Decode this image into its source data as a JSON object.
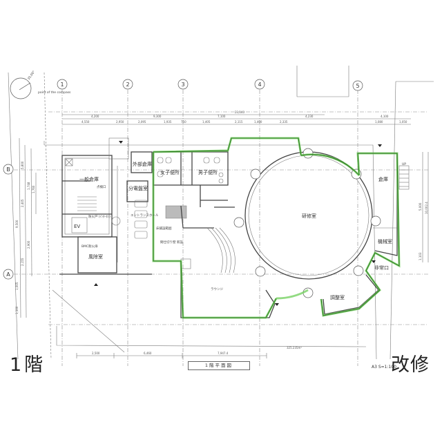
{
  "drawing": {
    "type": "architectural floor plan",
    "title": "1階平面図",
    "scale": "A3 S=1:100",
    "floor_label": "1階",
    "status_label": "改修",
    "compass_note": "point of the compass",
    "compass_angle_label": "35.00°",
    "total_area": "325.235m²",
    "colors": {
      "renovation_highlight": "#6fcf5a",
      "line": "#444444",
      "background": "#ffffff"
    }
  },
  "grid_axes": {
    "vertical": [
      "1",
      "2",
      "3",
      "4",
      "5"
    ],
    "horizontal": [
      "B",
      "A"
    ]
  },
  "dimensions": {
    "top_overall": "23,140",
    "top_row1": [
      "4,200",
      "9,300",
      "7,100",
      "4,230",
      "4,100"
    ],
    "top_row2": [
      "4,550",
      "2,950",
      "2,095",
      "1,935",
      "750",
      "1,405",
      "2,115",
      "1,400",
      "2,335",
      "1,080",
      "1,050"
    ],
    "bottom": [
      "2,500",
      "6,460",
      "7,947.4"
    ],
    "left": [
      "1,000",
      "500",
      "3,010",
      "1,120",
      "1,725",
      "5,800",
      "2,405",
      "1,748",
      "1,760",
      "9,500",
      "2,155",
      "3,830",
      "2,900",
      "2,500",
      "1,005",
      "1,100"
    ],
    "right": [
      "5,000",
      "10,002.4",
      "1,103"
    ]
  },
  "rooms": [
    {
      "name": "一般倉庫"
    },
    {
      "name": "外部倉庫"
    },
    {
      "name": "分電盤室"
    },
    {
      "name": "女子便所"
    },
    {
      "name": "男子便所"
    },
    {
      "name": "エントランスホール"
    },
    {
      "name": "EV"
    },
    {
      "name": "風除室"
    },
    {
      "name": "研修室"
    },
    {
      "name": "倉庫"
    },
    {
      "name": "機械室"
    },
    {
      "name": "非常口"
    },
    {
      "name": "調整室"
    },
    {
      "name": "ラウンジ"
    }
  ],
  "annotations": [
    "床鋪設範囲",
    "間仕切り壁 新設",
    "防火戸 (ｲﾝﾀｰﾎﾝ)",
    "BMC耐火扉",
    "点検口",
    "UP"
  ]
}
